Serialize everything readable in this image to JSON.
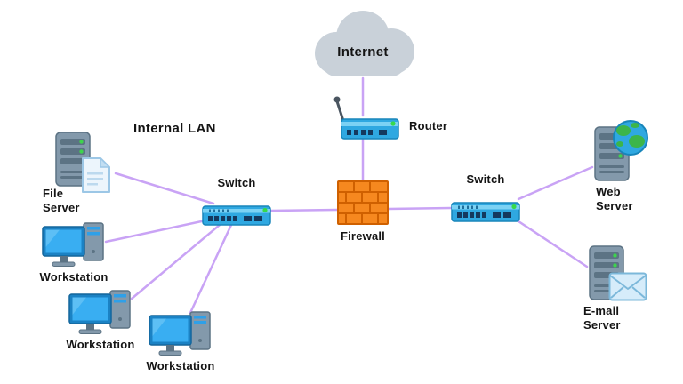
{
  "diagram": {
    "labels": {
      "internal_lan": "Internal LAN"
    },
    "nodes": {
      "internet": {
        "type": "cloud",
        "label": "Internet"
      },
      "router": {
        "type": "router",
        "label": "Router"
      },
      "firewall": {
        "type": "firewall",
        "label": "Firewall"
      },
      "left_switch": {
        "type": "switch",
        "label": "Switch"
      },
      "right_switch": {
        "type": "switch",
        "label": "Switch"
      },
      "file_server": {
        "type": "server",
        "label_line1": "File",
        "label_line2": "Server"
      },
      "workstation_1": {
        "type": "workstation",
        "label": "Workstation"
      },
      "workstation_2": {
        "type": "workstation",
        "label": "Workstation"
      },
      "workstation_3": {
        "type": "workstation",
        "label": "Workstation"
      },
      "web_server": {
        "type": "server",
        "label_line1": "Web",
        "label_line2": "Server"
      },
      "email_server": {
        "type": "server",
        "label_line1": "E-mail",
        "label_line2": "Server"
      }
    },
    "connections": [
      {
        "from": "internet",
        "to": "router"
      },
      {
        "from": "router",
        "to": "firewall"
      },
      {
        "from": "firewall",
        "to": "left_switch"
      },
      {
        "from": "firewall",
        "to": "right_switch"
      },
      {
        "from": "left_switch",
        "to": "file_server"
      },
      {
        "from": "left_switch",
        "to": "workstation_1"
      },
      {
        "from": "left_switch",
        "to": "workstation_2"
      },
      {
        "from": "left_switch",
        "to": "workstation_3"
      },
      {
        "from": "right_switch",
        "to": "web_server"
      },
      {
        "from": "right_switch",
        "to": "email_server"
      }
    ],
    "colors": {
      "connection_line": "#c9a3f5",
      "device_blue": "#2fa8e1",
      "firewall_orange": "#f6881f",
      "cloud_gray": "#c9d1d9",
      "server_gray": "#8399ab",
      "led_green": "#37d94b",
      "text": "#141414"
    }
  }
}
